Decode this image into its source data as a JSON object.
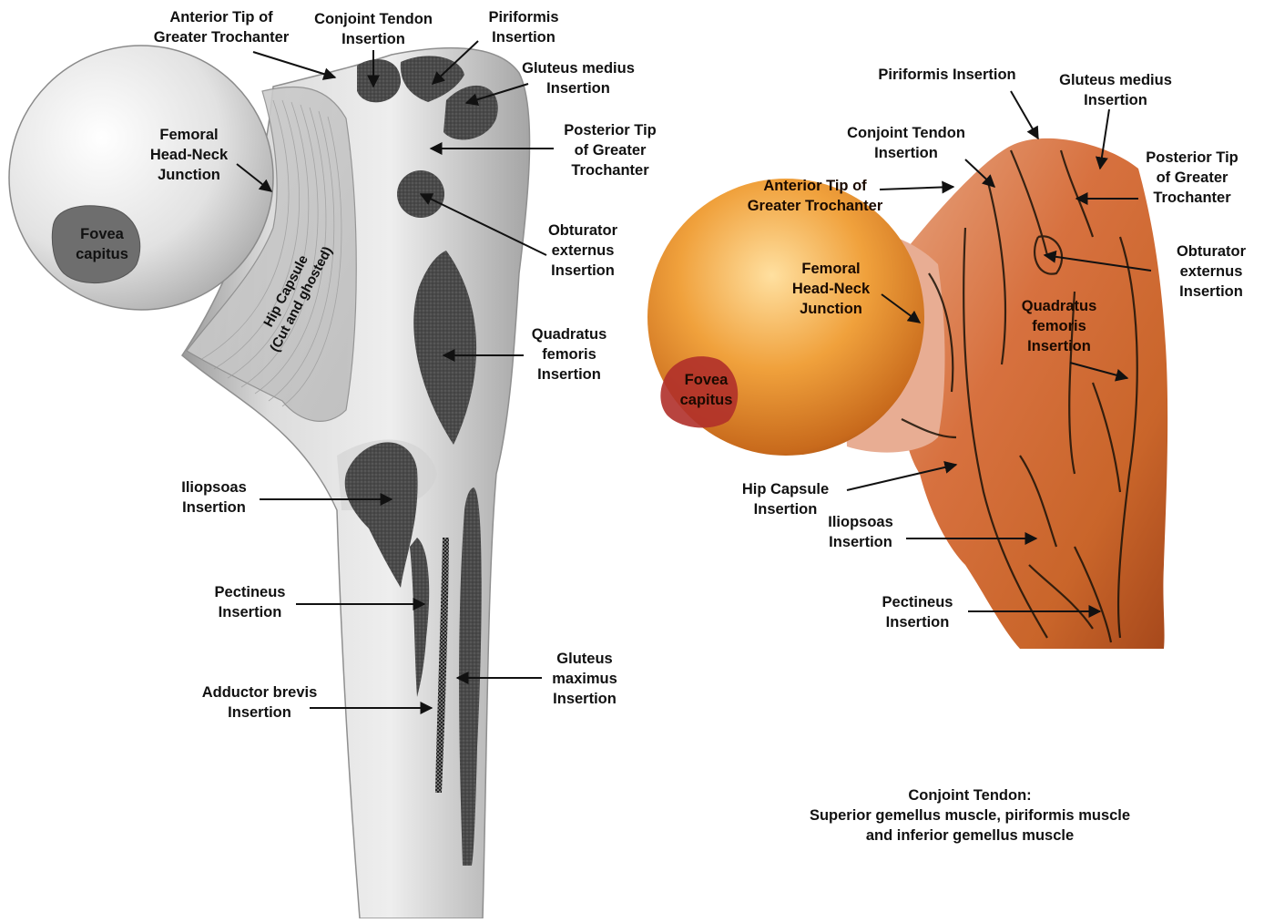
{
  "left_panel": {
    "labels": {
      "anterior_tip": "Anterior Tip of\nGreater Trochanter",
      "conjoint_tendon": "Conjoint Tendon\nInsertion",
      "piriformis": "Piriformis\nInsertion",
      "gluteus_medius": "Gluteus medius\nInsertion",
      "posterior_tip": "Posterior Tip\nof Greater\nTrochanter",
      "head_neck": "Femoral\nHead-Neck\nJunction",
      "fovea": "Fovea\ncapitus",
      "obturator": "Obturator\nexternus\nInsertion",
      "hip_capsule": "Hip Capsule\n(Cut and ghosted)",
      "quadratus": "Quadratus\nfemoris\nInsertion",
      "iliopsoas": "Iliopsoas\nInsertion",
      "pectineus": "Pectineus\nInsertion",
      "gluteus_maximus": "Gluteus\nmaximus\nInsertion",
      "adductor_brevis": "Adductor brevis\nInsertion"
    }
  },
  "right_panel": {
    "labels": {
      "piriformis": "Piriformis Insertion",
      "gluteus_medius": "Gluteus medius\nInsertion",
      "conjoint_tendon": "Conjoint Tendon\nInsertion",
      "posterior_tip": "Posterior Tip\nof Greater\nTrochanter",
      "anterior_tip": "Anterior Tip of\nGreater Trochanter",
      "obturator": "Obturator\nexternus\nInsertion",
      "head_neck": "Femoral\nHead-Neck\nJunction",
      "quadratus": "Quadratus\nfemoris\nInsertion",
      "fovea": "Fovea\ncapitus",
      "hip_capsule": "Hip Capsule\nInsertion",
      "iliopsoas": "Iliopsoas\nInsertion",
      "pectineus": "Pectineus\nInsertion"
    }
  },
  "footnote": {
    "title": "Conjoint Tendon:",
    "line1": "Superior gemellus muscle, piriformis muscle",
    "line2": "and inferior gemellus muscle"
  }
}
